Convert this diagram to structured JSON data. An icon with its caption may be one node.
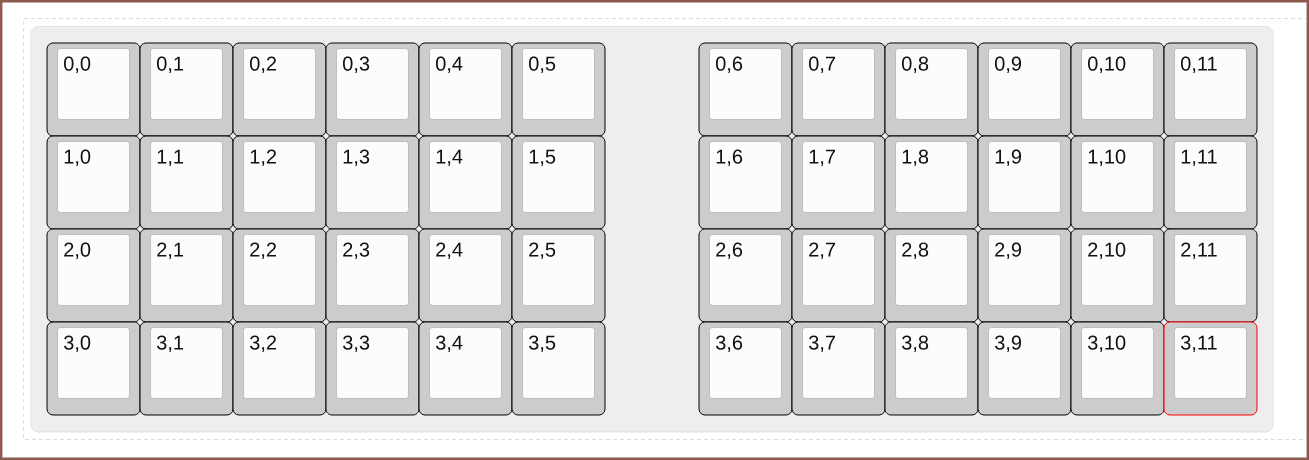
{
  "diagram": {
    "nodes": [
      {
        "text": [
          "0,0"
        ]
      },
      {
        "text": [
          "0,1"
        ]
      },
      {
        "text": [
          "0,2"
        ]
      },
      {
        "text": [
          "0,3"
        ]
      },
      {
        "text": [
          "0,4"
        ]
      },
      {
        "text": [
          "0,5"
        ]
      },
      {
        "text": [
          "0,6"
        ]
      },
      {
        "text": [
          "0,7"
        ]
      },
      {
        "text": [
          "0,8"
        ]
      },
      {
        "text": [
          "0,9"
        ]
      },
      {
        "text": [
          "0,10"
        ]
      },
      {
        "text": [
          "0,11"
        ]
      },
      {
        "text": [
          "1,0"
        ]
      },
      {
        "text": [
          "1,1"
        ]
      },
      {
        "text": [
          "1,2"
        ]
      },
      {
        "text": [
          "1,3"
        ]
      },
      {
        "text": [
          "1,4"
        ]
      },
      {
        "text": [
          "1,5"
        ]
      },
      {
        "text": [
          "1,6"
        ]
      },
      {
        "text": [
          "1,7"
        ]
      },
      {
        "text": [
          "1,8"
        ]
      },
      {
        "text": [
          "1,9"
        ]
      },
      {
        "text": [
          "1,10"
        ]
      },
      {
        "text": [
          "1,11"
        ]
      },
      {
        "text": [
          "2,0"
        ]
      },
      {
        "text": [
          "2,1"
        ]
      },
      {
        "text": [
          "2,2"
        ]
      },
      {
        "text": [
          "2,3"
        ]
      },
      {
        "text": [
          "2,4"
        ]
      },
      {
        "text": [
          "2,5"
        ]
      },
      {
        "text": [
          "2,6"
        ]
      },
      {
        "text": [
          "2,7"
        ]
      },
      {
        "text": [
          "2,8"
        ]
      },
      {
        "text": [
          "2,9"
        ]
      },
      {
        "text": [
          "2,10"
        ]
      },
      {
        "text": [
          "2,11"
        ]
      },
      {
        "text": [
          "3,0"
        ]
      },
      {
        "text": [
          "3,1"
        ]
      },
      {
        "text": [
          "3,2"
        ]
      },
      {
        "text": [
          "3,3"
        ]
      },
      {
        "text": [
          "3,4"
        ]
      },
      {
        "text": [
          "3,5"
        ]
      },
      {
        "text": [
          "3,6"
        ]
      },
      {
        "text": [
          "3,7"
        ]
      },
      {
        "text": [
          "3,8"
        ]
      },
      {
        "text": [
          "3,9"
        ]
      },
      {
        "text": [
          "3,10"
        ]
      },
      {
        "text": [
          "3,11"
        ]
      }
    ]
  }
}
